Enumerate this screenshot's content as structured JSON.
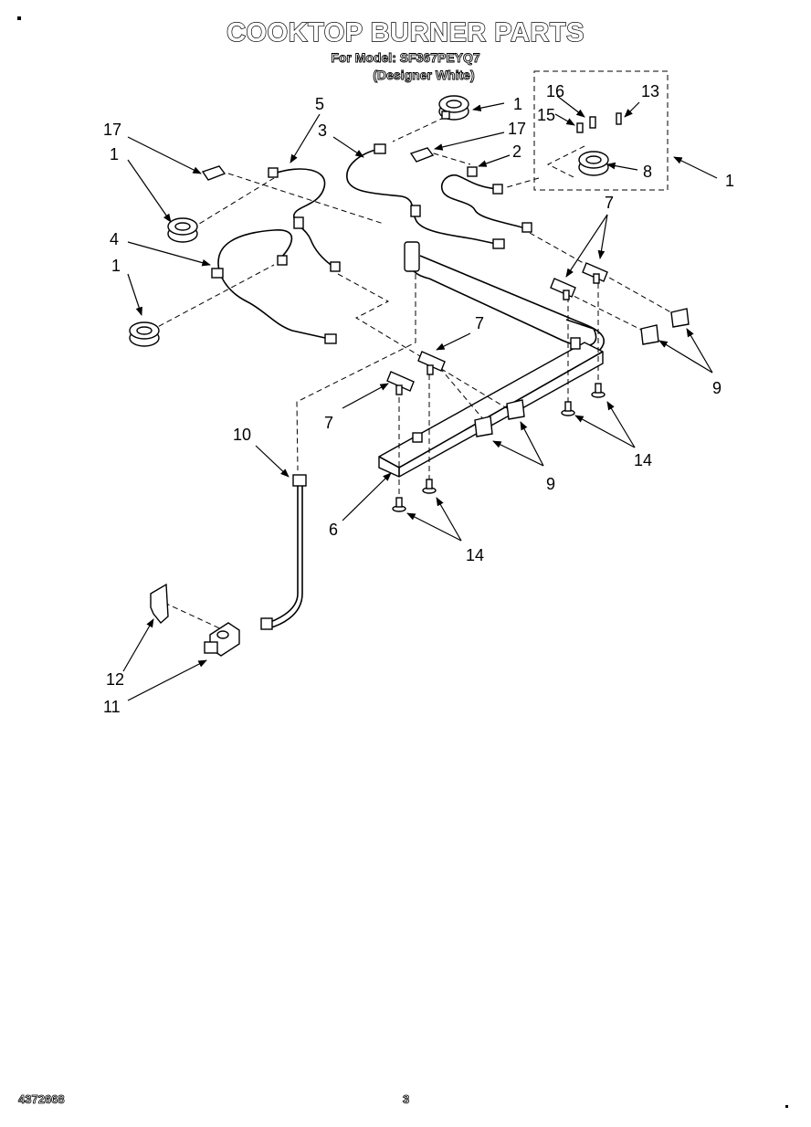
{
  "header": {
    "title": "COOKTOP BURNER PARTS",
    "model_line": "For Model: SF367PEYQ7",
    "variant_line": "(Designer White)"
  },
  "footer": {
    "doc_number": "4372668",
    "page_number": "3"
  },
  "callouts": {
    "c1_top": "1",
    "c1_left_upper": "1",
    "c1_left_lower": "1",
    "c1_right": "1",
    "c2": "2",
    "c3": "3",
    "c4": "4",
    "c5": "5",
    "c6": "6",
    "c7_right": "7",
    "c7_center": "7",
    "c7_left": "7",
    "c8": "8",
    "c9_right": "9",
    "c9_center": "9",
    "c10": "10",
    "c11": "11",
    "c12": "12",
    "c13": "13",
    "c14_right": "14",
    "c14_center": "14",
    "c15": "15",
    "c16": "16",
    "c17_left": "17",
    "c17_right": "17"
  }
}
